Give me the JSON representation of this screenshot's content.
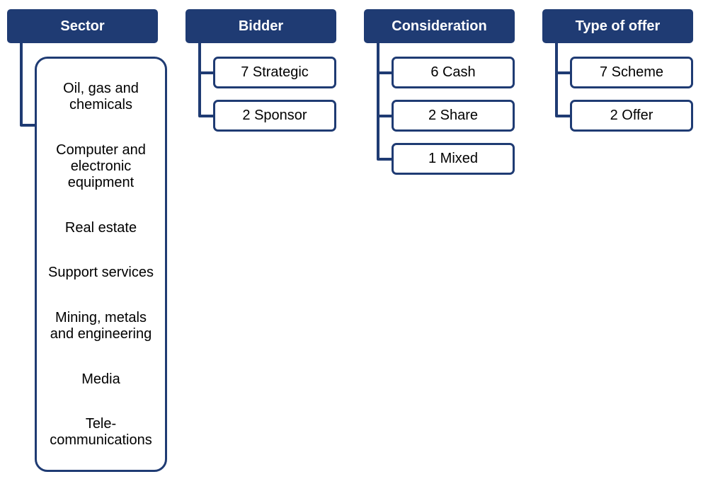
{
  "colors": {
    "primary": "#1f3b73",
    "background": "#ffffff",
    "text": "#000000"
  },
  "columns": {
    "sector": {
      "header": "Sector",
      "items": [
        "Oil, gas and\nchemicals",
        "Computer and\nelectronic\nequipment",
        "Real estate",
        "Support services",
        "Mining, metals\nand engineering",
        "Media",
        "Tele-\ncommunications"
      ]
    },
    "bidder": {
      "header": "Bidder",
      "items": [
        "7 Strategic",
        "2 Sponsor"
      ]
    },
    "consideration": {
      "header": "Consideration",
      "items": [
        "6 Cash",
        "2 Share",
        "1 Mixed"
      ]
    },
    "offer_type": {
      "header": "Type of offer",
      "items": [
        "7 Scheme",
        "2 Offer"
      ]
    }
  }
}
